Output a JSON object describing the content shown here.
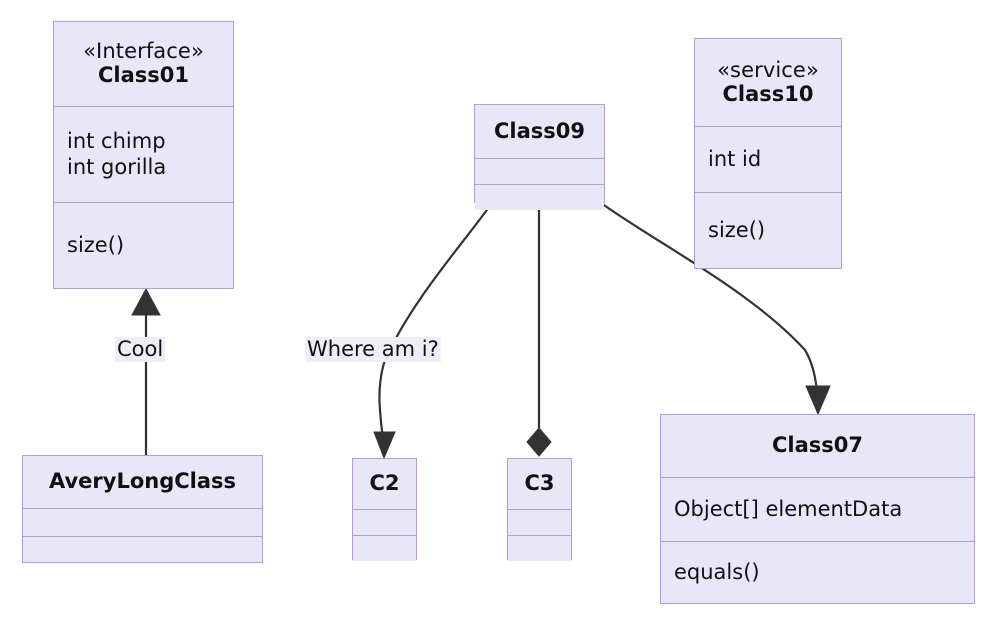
{
  "diagram": {
    "type": "uml-class-diagram",
    "background_color": "#ffffff",
    "node_fill_color": "#e9e6f8",
    "node_border_color": "#b39cd4",
    "edge_color": "#333333",
    "label_background_color": "#edeef8",
    "text_color": "#111111"
  },
  "classes": [
    {
      "id": "Class01",
      "stereotype": "«Interface»",
      "name": "Class01",
      "attributes": [
        "int chimp",
        "int gorilla"
      ],
      "methods": [
        "size()"
      ]
    },
    {
      "id": "AveryLongClass",
      "stereotype": "",
      "name": "AveryLongClass",
      "attributes": [],
      "methods": []
    },
    {
      "id": "Class09",
      "stereotype": "",
      "name": "Class09",
      "attributes": [],
      "methods": []
    },
    {
      "id": "Class10",
      "stereotype": "«service»",
      "name": "Class10",
      "attributes": [
        "int id"
      ],
      "methods": [
        "size()"
      ]
    },
    {
      "id": "C2",
      "stereotype": "",
      "name": "C2",
      "attributes": [],
      "methods": []
    },
    {
      "id": "C3",
      "stereotype": "",
      "name": "C3",
      "attributes": [],
      "methods": []
    },
    {
      "id": "Class07",
      "stereotype": "",
      "name": "Class07",
      "attributes": [
        "Object[] elementData"
      ],
      "methods": [
        "equals()"
      ]
    }
  ],
  "relations": [
    {
      "id": "rel-inheritance",
      "from": "AveryLongClass",
      "to": "Class01",
      "arrow": "inheritance-triangle",
      "label": "Cool"
    },
    {
      "id": "rel-c2",
      "from": "Class09",
      "to": "C2",
      "arrow": "filled-arrow",
      "label": "Where am i?"
    },
    {
      "id": "rel-c3",
      "from": "Class09",
      "to": "C3",
      "arrow": "filled-diamond",
      "label": ""
    },
    {
      "id": "rel-class07",
      "from": "Class09",
      "to": "Class07",
      "arrow": "filled-arrow",
      "label": ""
    }
  ],
  "labels": {
    "cool": "Cool",
    "where_am_i": "Where am i?"
  }
}
